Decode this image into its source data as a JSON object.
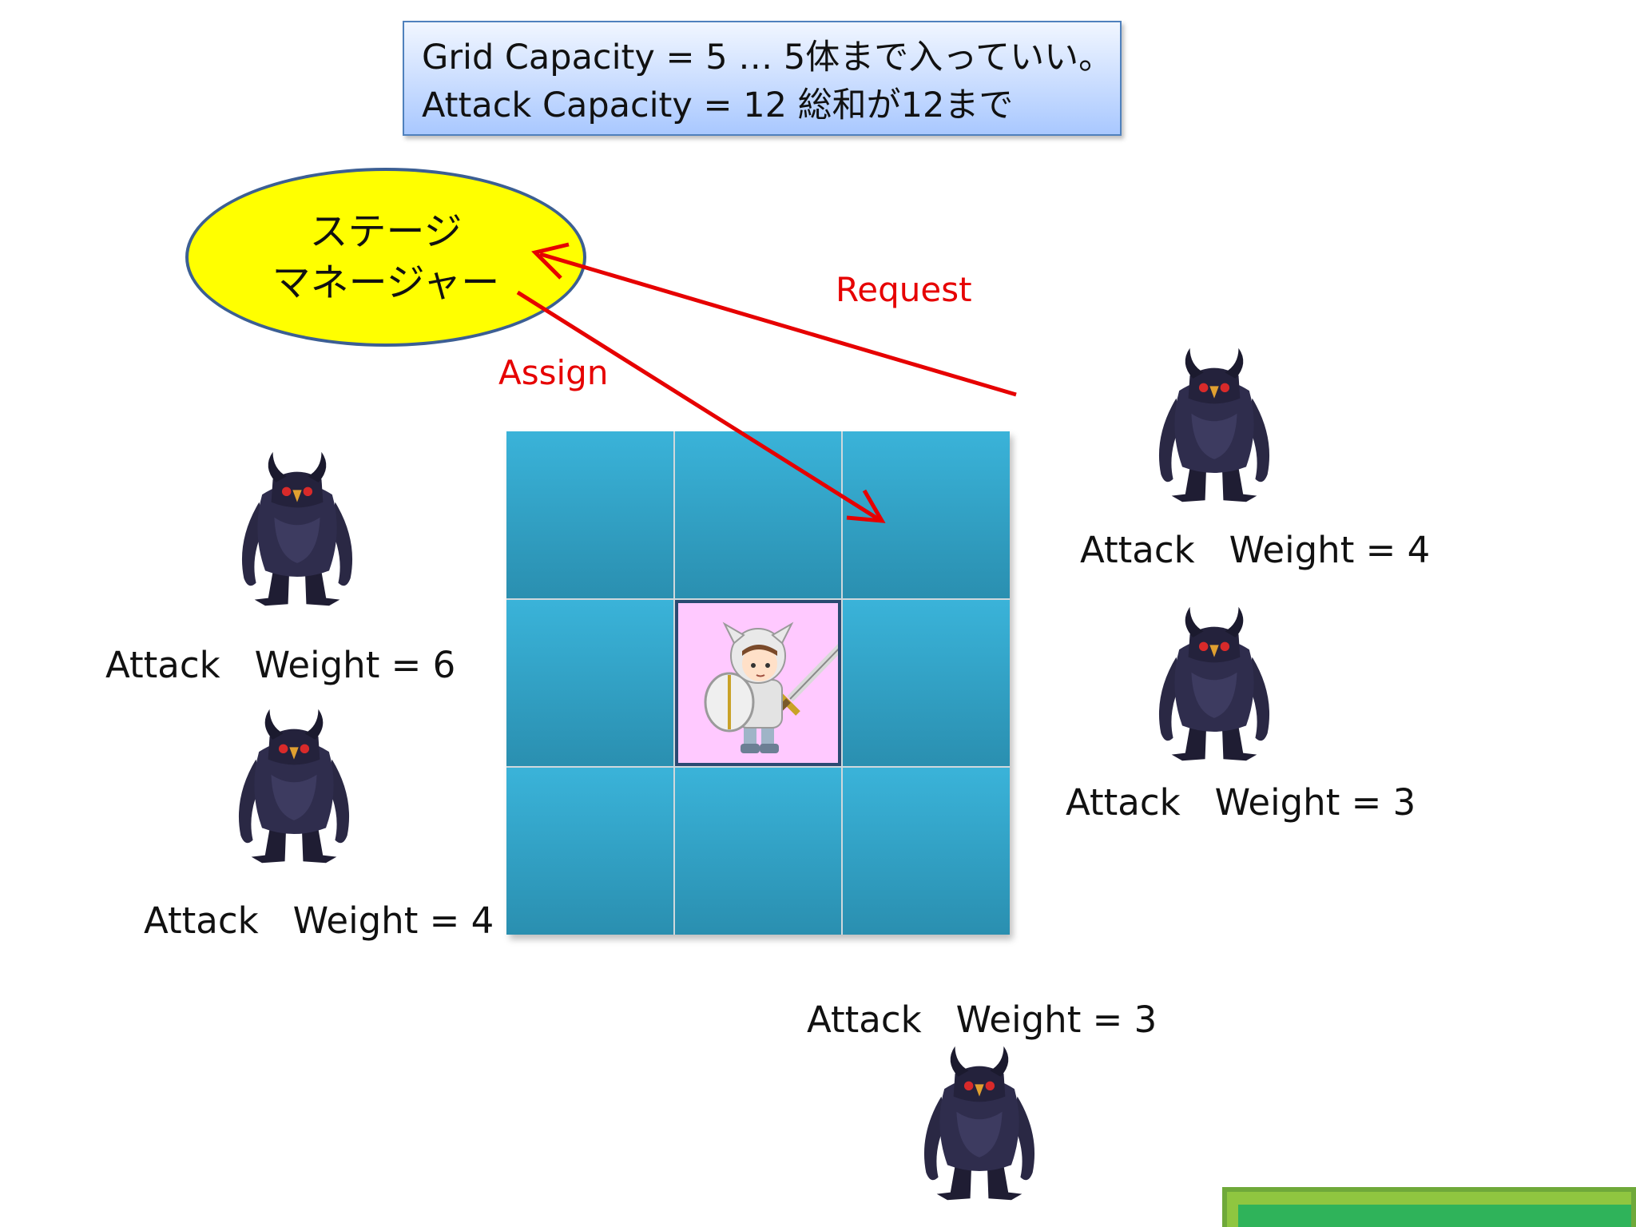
{
  "note": {
    "line1": "Grid Capacity = 5 … 5体まで入っていい。",
    "line2": "Attack Capacity = 12 総和が12まで"
  },
  "manager": {
    "line1": "ステージ",
    "line2": "マネージャー"
  },
  "arrows": {
    "request_label": "Request",
    "assign_label": "Assign"
  },
  "grid": {
    "rows": 3,
    "cols": 3,
    "center_occupant": "knight"
  },
  "monsters": [
    {
      "label": "Attack   Weight = 6",
      "weight": 6
    },
    {
      "label": "Attack   Weight = 4",
      "weight": 4
    },
    {
      "label": "Attack   Weight = 4",
      "weight": 4
    },
    {
      "label": "Attack   Weight = 3",
      "weight": 3
    },
    {
      "label": "Attack   Weight = 3",
      "weight": 3
    }
  ],
  "colors": {
    "arrow": "#e60000",
    "ellipse_fill": "#ffff00",
    "grid_cell": "#3ab3d9",
    "center_cell": "#ffc9ff",
    "badge": "#2fb35a"
  }
}
